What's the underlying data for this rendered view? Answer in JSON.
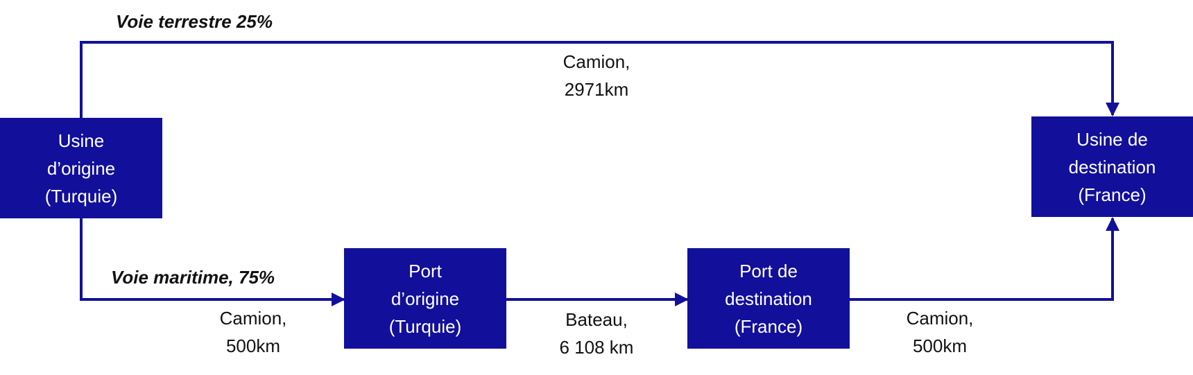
{
  "colors": {
    "node": "#12109A",
    "edge": "#12109A",
    "text_on_node": "#FFFFFF"
  },
  "routes": {
    "land": "Voie terrestre 25%",
    "sea": "Voie maritime, 75%"
  },
  "nodes": {
    "origin_factory": [
      "Usine",
      "d’origine",
      "(Turquie)"
    ],
    "destination_factory": [
      "Usine de",
      "destination",
      "(France)"
    ],
    "origin_port": [
      "Port",
      "d’origine",
      "(Turquie)"
    ],
    "destination_port": [
      "Port de",
      "destination",
      "(France)"
    ]
  },
  "edges": {
    "land_truck": [
      "Camion,",
      "2971km"
    ],
    "truck_to_port": [
      "Camion,",
      "500km"
    ],
    "ship": [
      "Bateau,",
      "6 108 km"
    ],
    "truck_from_port": [
      "Camion,",
      "500km"
    ]
  }
}
